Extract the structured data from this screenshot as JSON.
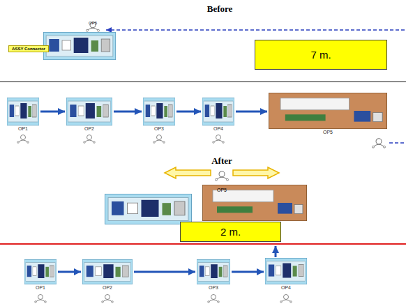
{
  "diagram": {
    "nodes": [
      {
        "text": [
          "ASSY Connector"
        ]
      },
      {
        "text": [
          "7 m."
        ]
      },
      {
        "text": [
          "OP1"
        ]
      },
      {
        "text": [
          "OP2"
        ]
      },
      {
        "text": [
          "OP3"
        ]
      },
      {
        "text": [
          "OP4"
        ]
      },
      {
        "text": [
          "OP5"
        ]
      },
      {
        "text": [
          "2 m."
        ]
      },
      {
        "text": [
          "OP1"
        ]
      },
      {
        "text": [
          "OP2"
        ]
      },
      {
        "text": [
          "OP3"
        ]
      },
      {
        "text": [
          "OP4"
        ]
      }
    ],
    "edges": [
      {
        "from": 2,
        "to": 3,
        "arrow": "to"
      },
      {
        "from": 3,
        "to": 4,
        "arrow": "to"
      },
      {
        "from": 4,
        "to": 5,
        "arrow": "to"
      },
      {
        "from": 5,
        "to": 6,
        "arrow": "to"
      },
      {
        "from": 8,
        "to": 9,
        "arrow": "to"
      },
      {
        "from": 9,
        "to": 10,
        "arrow": "to"
      },
      {
        "from": 10,
        "to": 11,
        "arrow": "to"
      }
    ],
    "labels": [
      "Before",
      "OP5",
      "After",
      "OP5"
    ]
  }
}
